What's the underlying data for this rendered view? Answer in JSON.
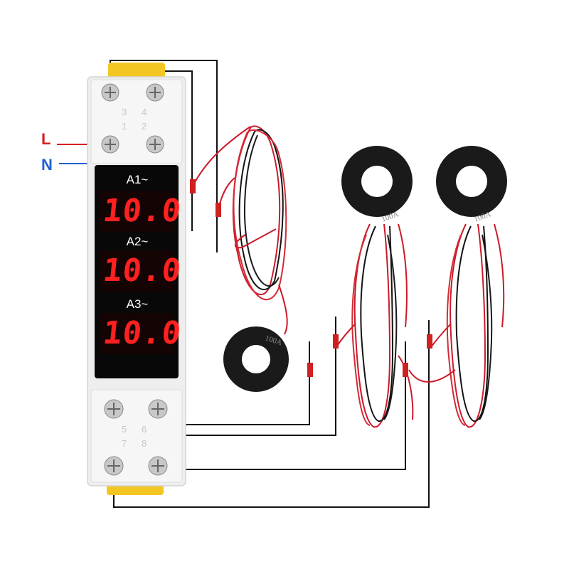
{
  "wiring": {
    "line_label": "L",
    "neutral_label": "N",
    "line_color": "#d42020",
    "neutral_color": "#2060d0"
  },
  "meter": {
    "channels": [
      {
        "label": "A1~",
        "reading": "10.0"
      },
      {
        "label": "A2~",
        "reading": "10.0"
      },
      {
        "label": "A3~",
        "reading": "10.0"
      }
    ],
    "terminal_numbers": [
      "3",
      "4",
      "1",
      "2",
      "5",
      "6",
      "7",
      "8"
    ],
    "display_color": "#ff2020"
  },
  "current_transformers": [
    {
      "rating": "100A"
    },
    {
      "rating": "100A"
    },
    {
      "rating": "100A"
    }
  ]
}
